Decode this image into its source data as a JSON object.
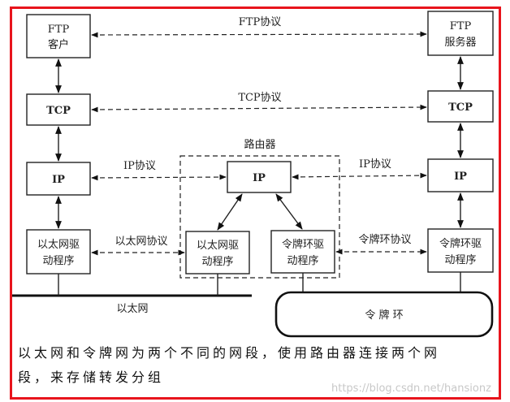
{
  "diagram": {
    "left_host": {
      "ftp": [
        "FTP",
        "客户"
      ],
      "tcp": "TCP",
      "ip": "IP",
      "driver": [
        "以太网驱",
        "动程序"
      ]
    },
    "right_host": {
      "ftp": [
        "FTP",
        "服务器"
      ],
      "tcp": "TCP",
      "ip": "IP",
      "driver": [
        "令牌环驱",
        "动程序"
      ]
    },
    "router": {
      "title": "路由器",
      "ip": "IP",
      "eth_driver": [
        "以太网驱",
        "动程序"
      ],
      "tr_driver": [
        "令牌环驱",
        "动程序"
      ]
    },
    "protocols": {
      "ftp": "FTP协议",
      "tcp": "TCP协议",
      "ip_left": "IP协议",
      "ip_right": "IP协议",
      "ethernet": "以太网协议",
      "token_ring": "令牌环协议"
    },
    "networks": {
      "ethernet": "以太网",
      "token_ring": "令 牌 环"
    }
  },
  "caption": {
    "line1": "以太网和令牌网为两个不同的网段，使用路由器连接两个网",
    "line2": "段，来存储转发分组"
  },
  "watermark": "https://blog.csdn.net/hansionz"
}
